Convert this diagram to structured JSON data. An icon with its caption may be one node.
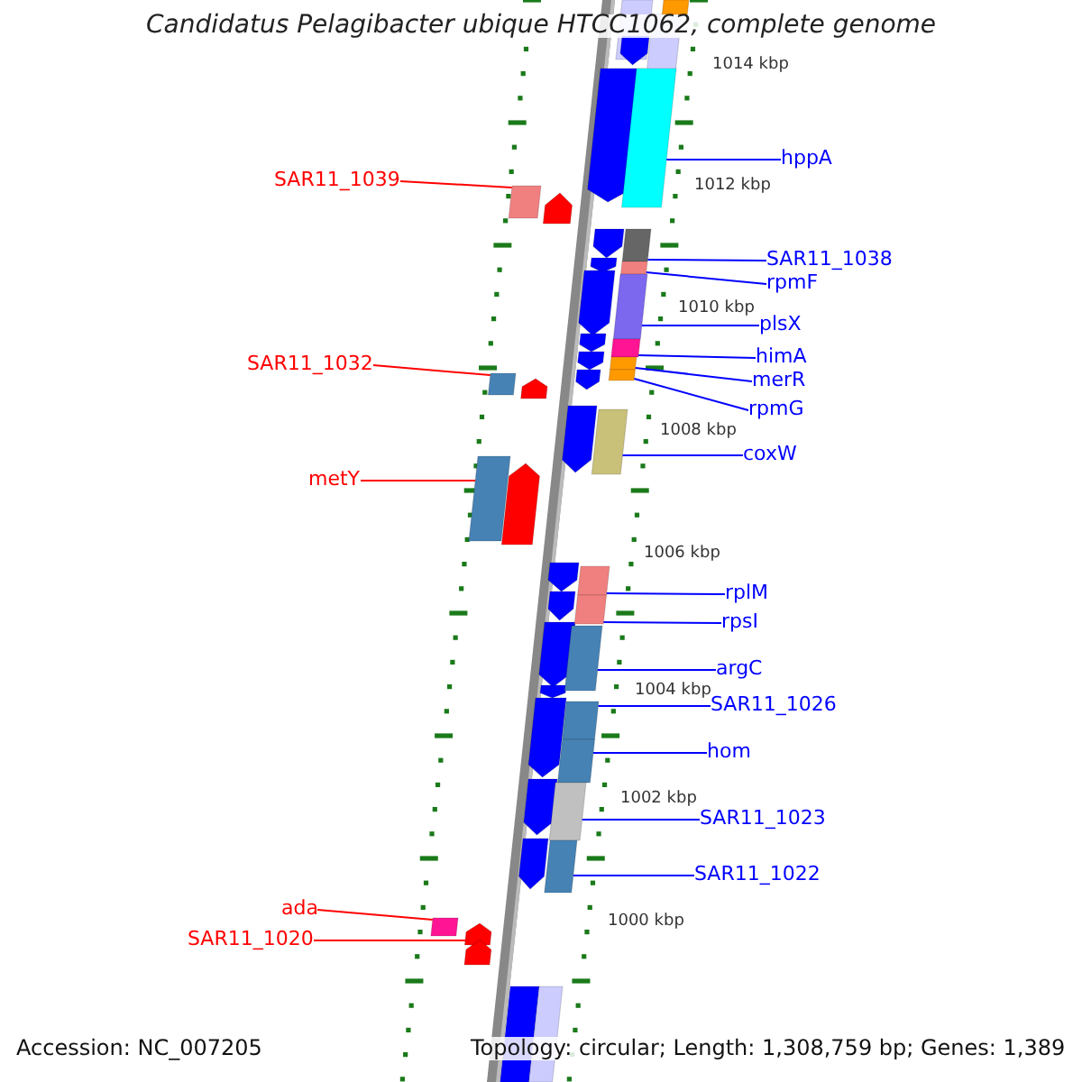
{
  "diagram": {
    "title": "Candidatus Pelagibacter ubique HTCC1062, complete genome",
    "nodes": [
      {
        "text": [
          "hppA"
        ]
      },
      {
        "text": [
          "SAR11_1039"
        ]
      },
      {
        "text": [
          "SAR11_1038"
        ]
      },
      {
        "text": [
          "rpmF"
        ]
      },
      {
        "text": [
          "plsX"
        ]
      },
      {
        "text": [
          "himA"
        ]
      },
      {
        "text": [
          "SAR11_1032"
        ]
      },
      {
        "text": [
          "merR"
        ]
      },
      {
        "text": [
          "rpmG"
        ]
      },
      {
        "text": [
          "coxW"
        ]
      },
      {
        "text": [
          "metY"
        ]
      },
      {
        "text": [
          "rplM"
        ]
      },
      {
        "text": [
          "rpsI"
        ]
      },
      {
        "text": [
          "argC"
        ]
      },
      {
        "text": [
          "SAR11_1026"
        ]
      },
      {
        "text": [
          "hom"
        ]
      },
      {
        "text": [
          "SAR11_1023"
        ]
      },
      {
        "text": [
          "SAR11_1022"
        ]
      },
      {
        "text": [
          "ada"
        ]
      },
      {
        "text": [
          "SAR11_1020"
        ]
      },
      {
        "text": [],
        "shape": "bar"
      },
      {
        "text": [],
        "shape": "bar"
      },
      {
        "text": [],
        "shape": "bar"
      },
      {
        "text": [],
        "shape": "bar"
      },
      {
        "text": [],
        "shape": "bar"
      },
      {
        "text": [],
        "shape": "bar"
      },
      {
        "text": [],
        "shape": "bar"
      },
      {
        "text": [],
        "shape": "bar"
      },
      {
        "text": [],
        "shape": "bar"
      },
      {
        "text": [],
        "shape": "bar"
      },
      {
        "text": [],
        "shape": "bar"
      },
      {
        "text": [],
        "shape": "bar"
      },
      {
        "text": [],
        "shape": "bar"
      },
      {
        "text": [],
        "shape": "bar"
      },
      {
        "text": [],
        "shape": "bar"
      },
      {
        "text": [],
        "shape": "bar"
      },
      {
        "text": [],
        "shape": "bar"
      },
      {
        "text": [],
        "shape": "bar"
      },
      {
        "text": [],
        "shape": "bar"
      },
      {
        "text": [],
        "shape": "bar"
      }
    ],
    "edges": [
      {
        "from": 0,
        "to": 20,
        "arrow": "none"
      },
      {
        "from": 1,
        "to": 21,
        "arrow": "none",
        "color": "#ff0000"
      },
      {
        "from": 2,
        "to": 22,
        "arrow": "none"
      },
      {
        "from": 3,
        "to": 23,
        "arrow": "none"
      },
      {
        "from": 4,
        "to": 24,
        "arrow": "none"
      },
      {
        "from": 5,
        "to": 25,
        "arrow": "none"
      },
      {
        "from": 6,
        "to": 28,
        "arrow": "none",
        "color": "#ff0000"
      },
      {
        "from": 7,
        "to": 26,
        "arrow": "none"
      },
      {
        "from": 8,
        "to": 27,
        "arrow": "none"
      },
      {
        "from": 9,
        "to": 29,
        "arrow": "none"
      },
      {
        "from": 10,
        "to": 30,
        "arrow": "none",
        "color": "#ff0000"
      },
      {
        "from": 11,
        "to": 31,
        "arrow": "none"
      },
      {
        "from": 12,
        "to": 32,
        "arrow": "none"
      },
      {
        "from": 13,
        "to": 33,
        "arrow": "none"
      },
      {
        "from": 14,
        "to": 34,
        "arrow": "none"
      },
      {
        "from": 15,
        "to": 35,
        "arrow": "none"
      },
      {
        "from": 16,
        "to": 36,
        "arrow": "none"
      },
      {
        "from": 17,
        "to": 37,
        "arrow": "none"
      },
      {
        "from": 18,
        "to": 38,
        "arrow": "none",
        "color": "#ff0000"
      },
      {
        "from": 19,
        "to": 39,
        "arrow": "none",
        "color": "#ff0000"
      }
    ],
    "labels": [
      "1014 kbp",
      "1012 kbp",
      "1010 kbp",
      "1008 kbp",
      "1006 kbp",
      "1004 kbp",
      "1002 kbp",
      "1000 kbp",
      "Accession: NC_007205",
      "Topology: circular; Length: 1,308,759 bp; Genes: 1,389"
    ]
  }
}
